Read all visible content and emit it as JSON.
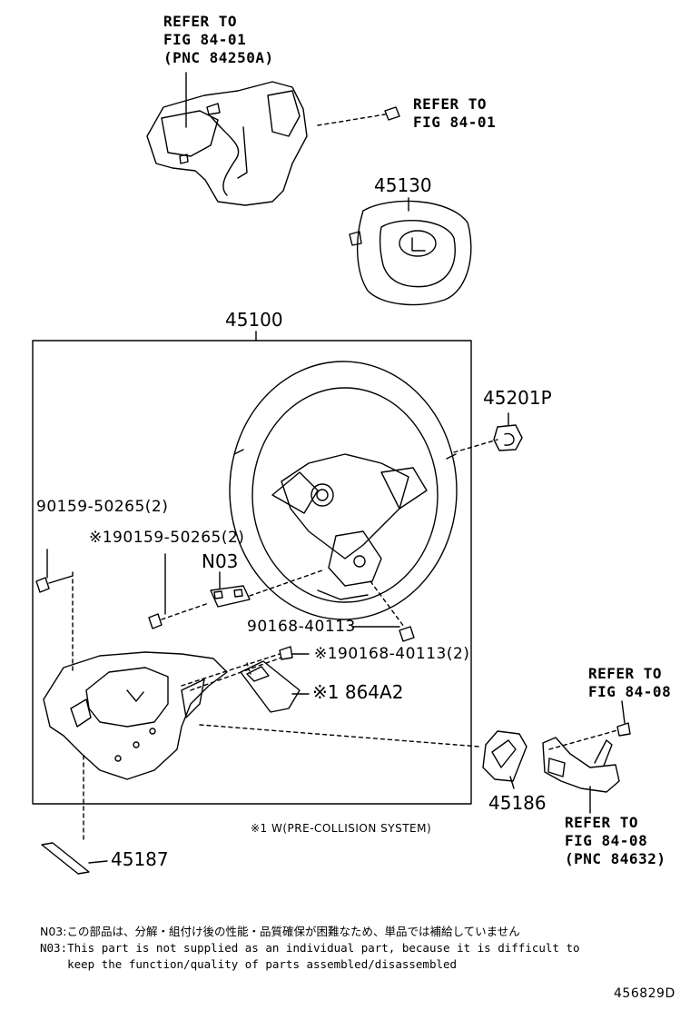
{
  "refs": {
    "ref_switch_top": [
      "REFER TO",
      "FIG 84-01",
      "(PNC 84250A)"
    ],
    "ref_screw_top": [
      "REFER TO",
      "FIG 84-01"
    ],
    "ref_right_screw": [
      "REFER TO",
      "FIG 84-08"
    ],
    "ref_right_switch": [
      "REFER TO",
      "FIG 84-08",
      "(PNC 84632)"
    ]
  },
  "parts": {
    "airbag": "45130",
    "wheel_assy": "45100",
    "cap": "45201P",
    "screw_a": "90159-50265(2)",
    "screw_b": "※190159-50265(2)",
    "n03": "N03",
    "bolt_a": "90168-40113",
    "bolt_b": "※190168-40113(2)",
    "sensor": "※1 864A2",
    "pad_switch": "45186",
    "cover": "45187"
  },
  "footnote": "※1 W(PRE-COLLISION SYSTEM)",
  "notes": {
    "jp": "N03:この部品は、分解・組付け後の性能・品質確保が困難なため、単品では補給していません",
    "en1": "N03:This part is not supplied as an individual part, because it is difficult to",
    "en2": "    keep the function/quality of parts assembled/disassembled"
  },
  "diagram_id": "456829D"
}
